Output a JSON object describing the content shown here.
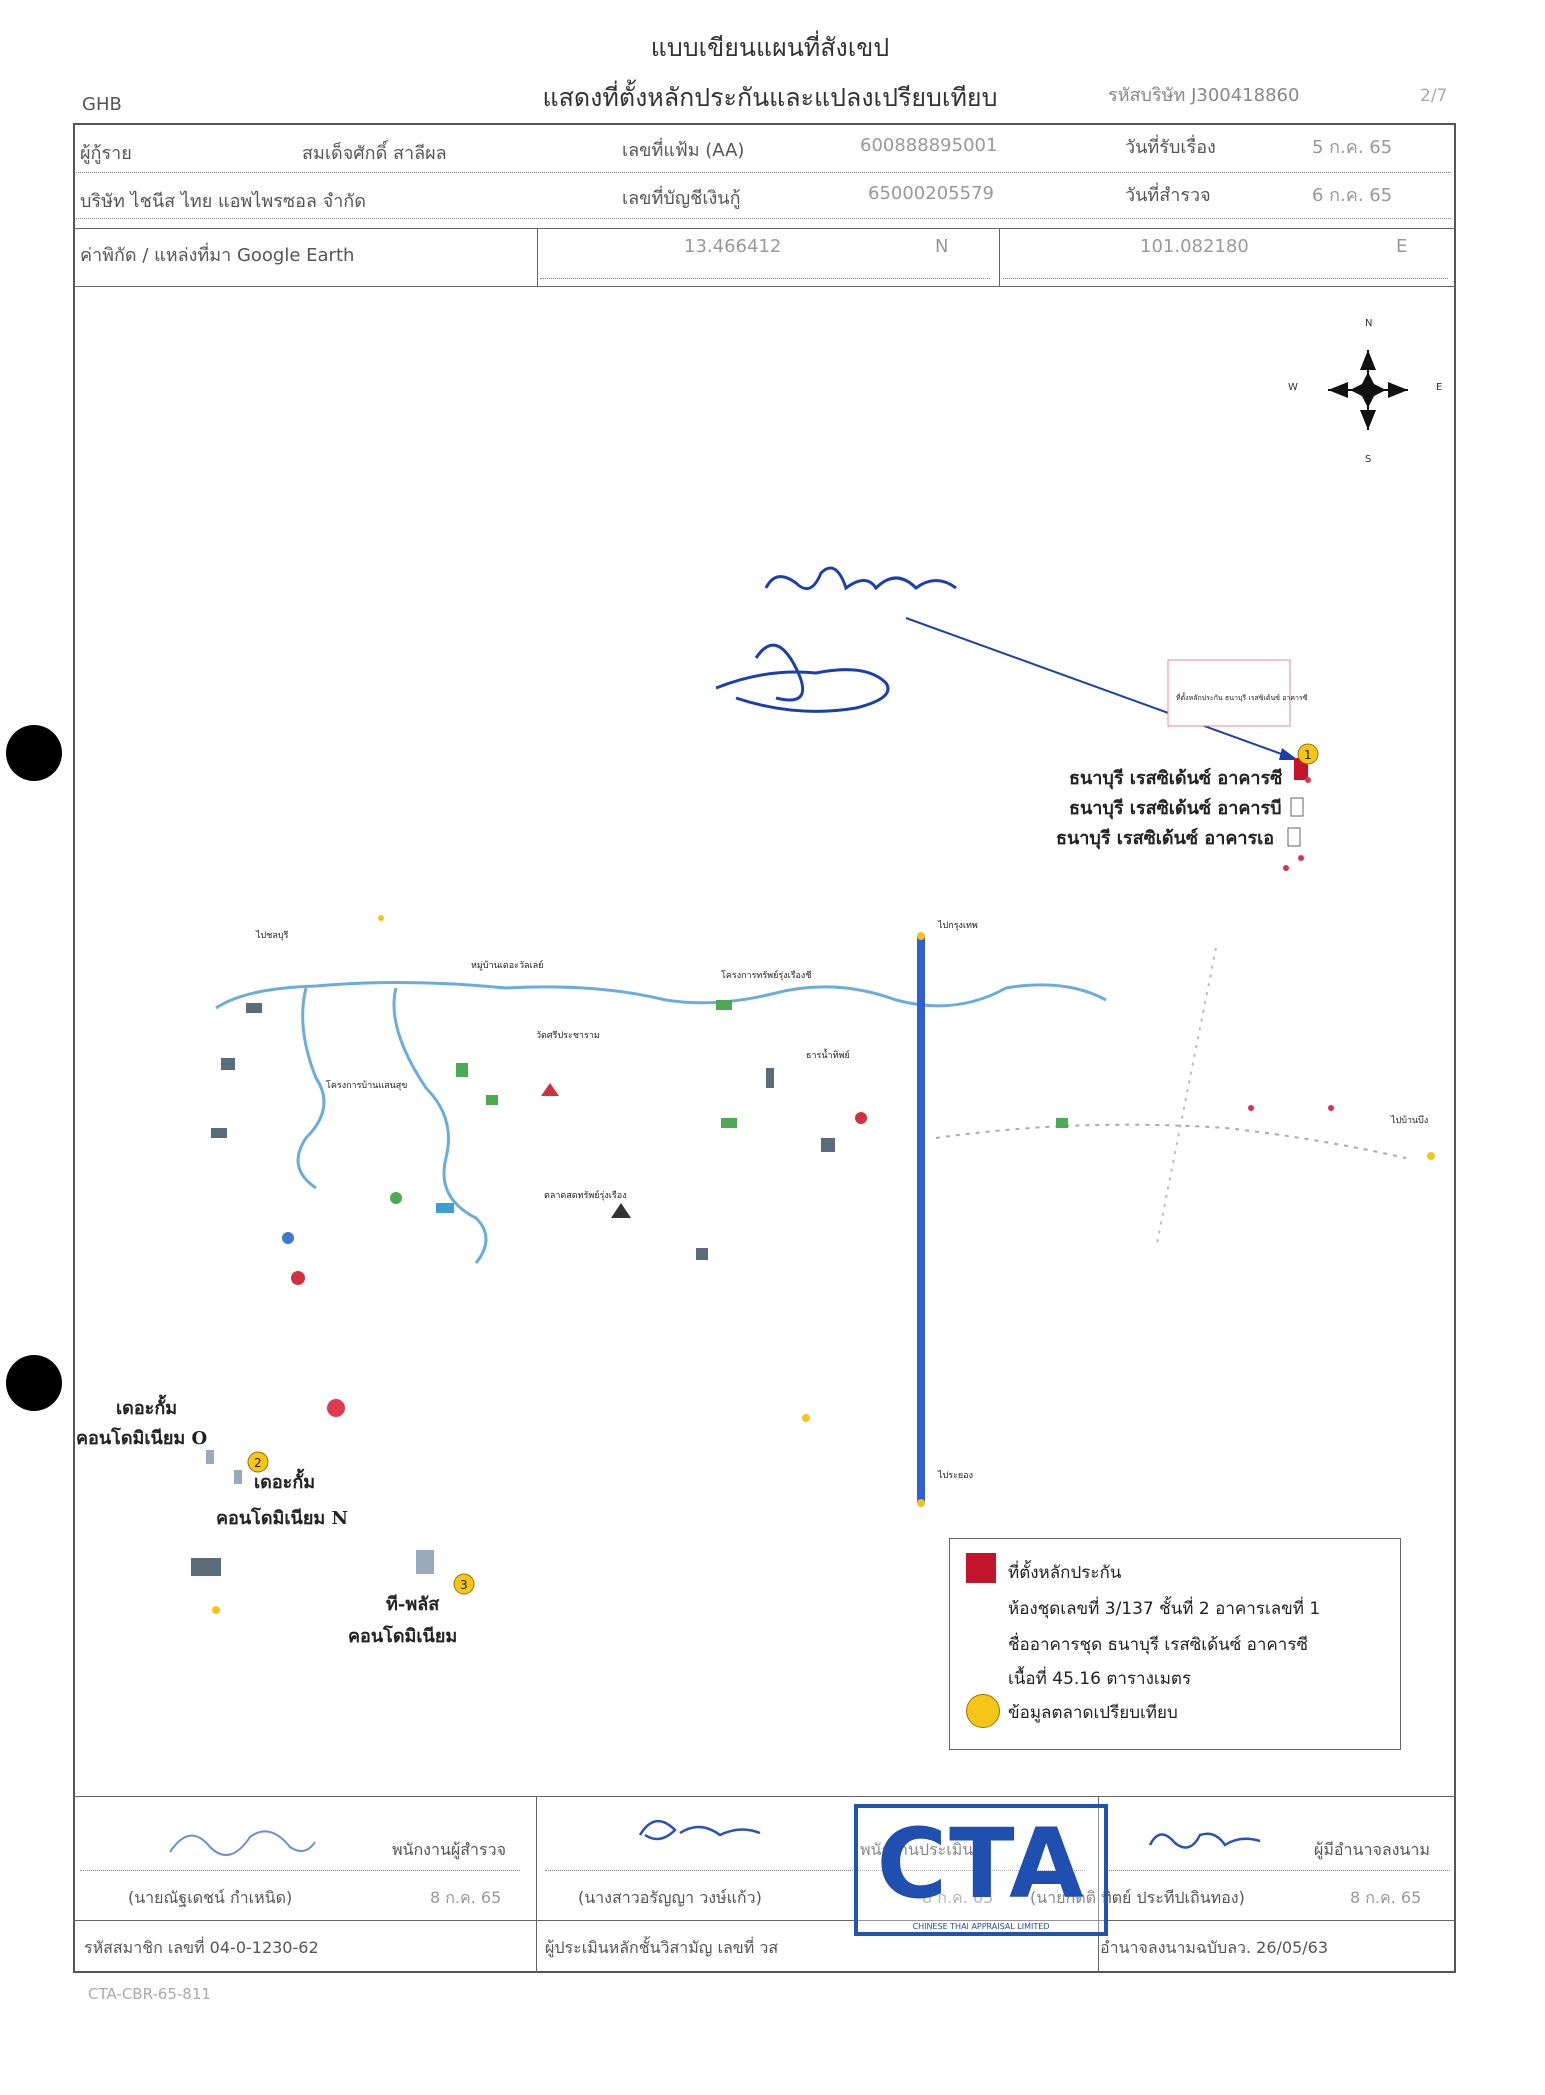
{
  "header": {
    "title_line1": "แบบเขียนแผนที่สังเขป",
    "title_line2": "แสดงที่ตั้งหลักประกันและแปลงเปรียบเทียบ",
    "org": "GHB",
    "company_code": "รหัสบริษัท J300418860",
    "page": "2/7"
  },
  "info": {
    "borrower_label": "ผู้กู้ราย",
    "borrower_name": "สมเด็จศักดิ์ สาลีผล",
    "file_no_label": "เลขที่แฟ้ม (AA)",
    "file_no": "600888895001",
    "received_label": "วันที่รับเรื่อง",
    "received_date": "5 ก.ค. 65",
    "company_name": "บริษัท ไชนีส ไทย แอพไพรซอล จำกัด",
    "account_label": "เลขที่บัญชีเงินกู้",
    "account_no": "65000205579",
    "survey_label": "วันที่สำรวจ",
    "survey_date": "6 ก.ค. 65",
    "coord_label": "ค่าพิกัด / แหล่งที่มา Google Earth",
    "lat": "13.466412",
    "lat_dir": "N",
    "lon": "101.082180",
    "lon_dir": "E"
  },
  "compass": {
    "n": "N",
    "s": "S",
    "e": "E",
    "w": "W"
  },
  "map": {
    "subject_callout": "ที่ตั้งหลักประกัน ธนาบุรี เรสซิเด้นซ์ อาคารซี",
    "building_c": "ธนาบุรี เรสซิเด้นซ์ อาคารซี",
    "building_b": "ธนาบุรี เรสซิเด้นซ์ อาคารบี",
    "building_a": "ธนาบุรี เรสซิเด้นซ์ อาคารเอ",
    "comp1_no": "1",
    "comp2_no": "2",
    "comp3_no": "3",
    "comp2_label_a": "เดอะกั้ม",
    "comp2_label_b": "คอนโดมิเนียม O",
    "comp2_label_c": "เดอะกั้ม",
    "comp2_label_d": "คอนโดมิเนียม N",
    "comp3_label_a": "ที-พลัส",
    "comp3_label_b": "คอนโดมิเนียม",
    "poi": [
      "หมู่บ้านเดอะวัลเลย์",
      "วัดศรีประชาราม",
      "โครงการบ้านแสนสุข",
      "ตลาดสดทรัพย์รุ่งเรือง",
      "โครงการทรัพย์รุ่งเรืองชี",
      "ธารน้ำทิพย์",
      "ไปบ้านบึง",
      "ไปกรุงเทพ",
      "ไปชลบุรี",
      "ไประยอง"
    ]
  },
  "legend": {
    "subject_title": "ที่ตั้งหลักประกัน",
    "line1": "ห้องชุดเลขที่ 3/137 ชั้นที่ 2 อาคารเลขที่ 1",
    "line2": "ชื่ออาคารชุด ธนาบุรี เรสซิเด้นซ์ อาคารซี",
    "line3": "เนื้อที่ 45.16 ตารางเมตร",
    "comp_title": "ข้อมูลตลาดเปรียบเทียบ",
    "colors": {
      "subject": "#c4142c",
      "comparable": "#f5c518"
    }
  },
  "signatures": {
    "surveyor_role": "พนักงานผู้สำรวจ",
    "surveyor_name": "(นายณัฐเดชน์ กำเหนิด)",
    "surveyor_date": "8 ก.ค. 65",
    "surveyor_member": "รหัสสมาชิก เลขที่ 04-0-1230-62",
    "appraiser_role": "พนักงานประเมิน",
    "appraiser_name": "(นางสาวอรัญญา วงษ์แก้ว)",
    "appraiser_date": "8 ก.ค. 65",
    "appraiser_license": "ผู้ประเมินหลักชั้นวิสามัญ เลขที่ วส",
    "approver_role": "ผู้มีอำนาจลงนาม",
    "approver_name": "(นายกิตติ ทิตย์ ประทีปเถินทอง)",
    "approver_date": "8 ก.ค. 65",
    "approver_auth": "อำนาจลงนามฉบับลว. 26/05/63",
    "stamp_text": "CTA",
    "stamp_small": "CHINESE THAI APPRAISAL LIMITED"
  },
  "footer": {
    "ref": "CTA-CBR-65-811"
  }
}
